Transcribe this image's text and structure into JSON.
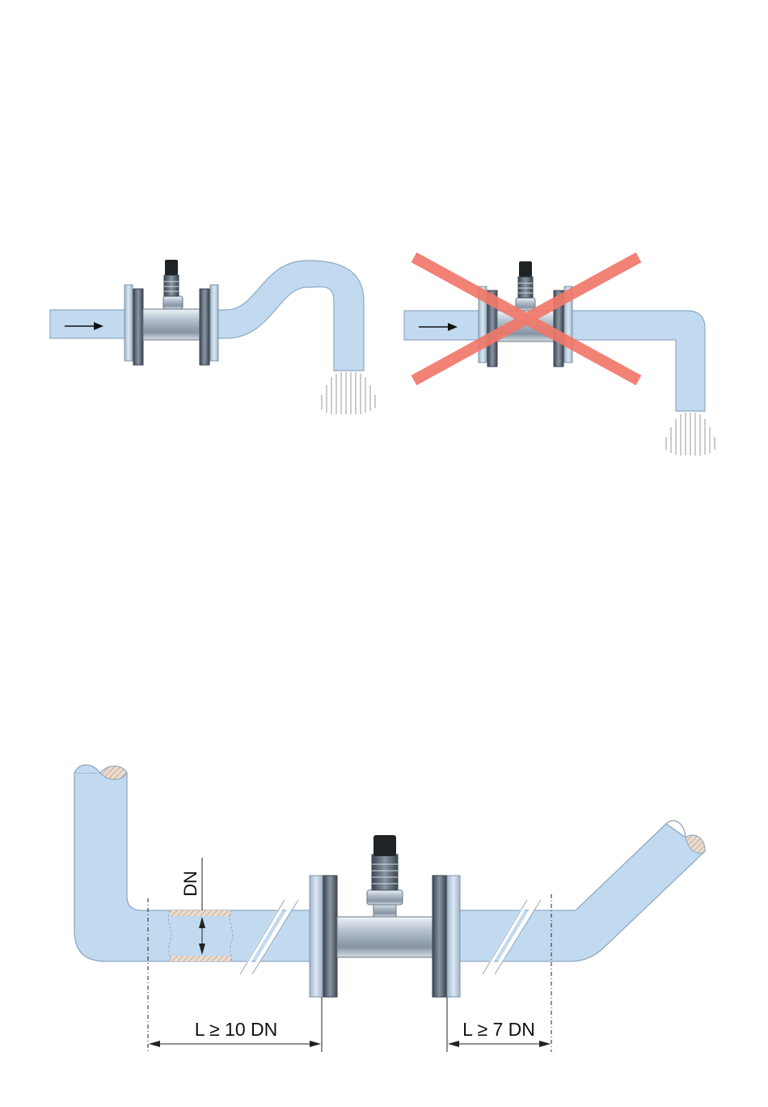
{
  "colors": {
    "pipe_fill": "#c2daf0",
    "pipe_stroke": "#8fa9c3",
    "meter_body": "#aab4c0",
    "flange": "#c4d6ea",
    "cross": "#f0786a",
    "dimension": "#222222"
  },
  "icons": [
    "flow-arrow-icon",
    "cross-mark-icon",
    "water-outflow-icon",
    "sensor-connector-icon"
  ],
  "installation_correct": {
    "flow_direction": "left-to-right"
  },
  "installation_incorrect": {
    "flow_direction": "left-to-right",
    "marked_wrong": true
  },
  "straight_run": {
    "pipe_label": "DN",
    "upstream_label": "L ≥ 10 DN",
    "downstream_label": "L ≥ 7 DN"
  }
}
